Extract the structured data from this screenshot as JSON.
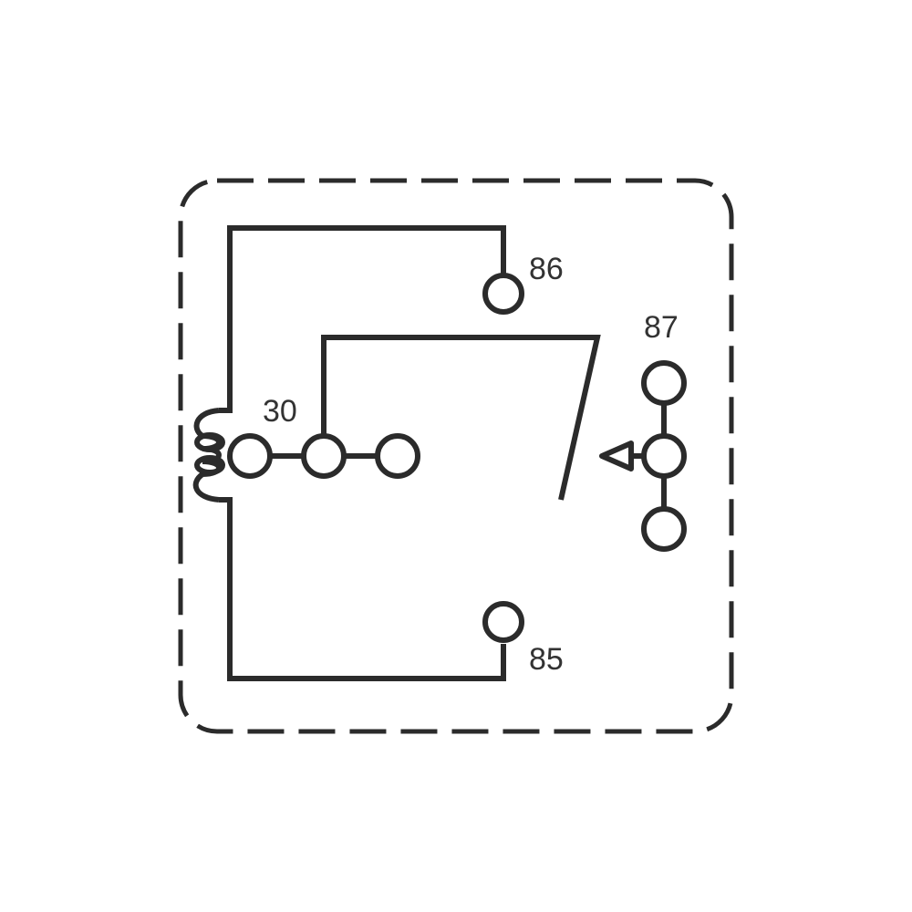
{
  "diagram": {
    "type": "relay-pinout",
    "colors": {
      "stroke": "#2b2b2b",
      "label": "#333333",
      "background": "#ffffff"
    },
    "pins": {
      "p86": {
        "label": "86"
      },
      "p87": {
        "label": "87"
      },
      "p30": {
        "label": "30"
      },
      "p85": {
        "label": "85"
      }
    }
  }
}
